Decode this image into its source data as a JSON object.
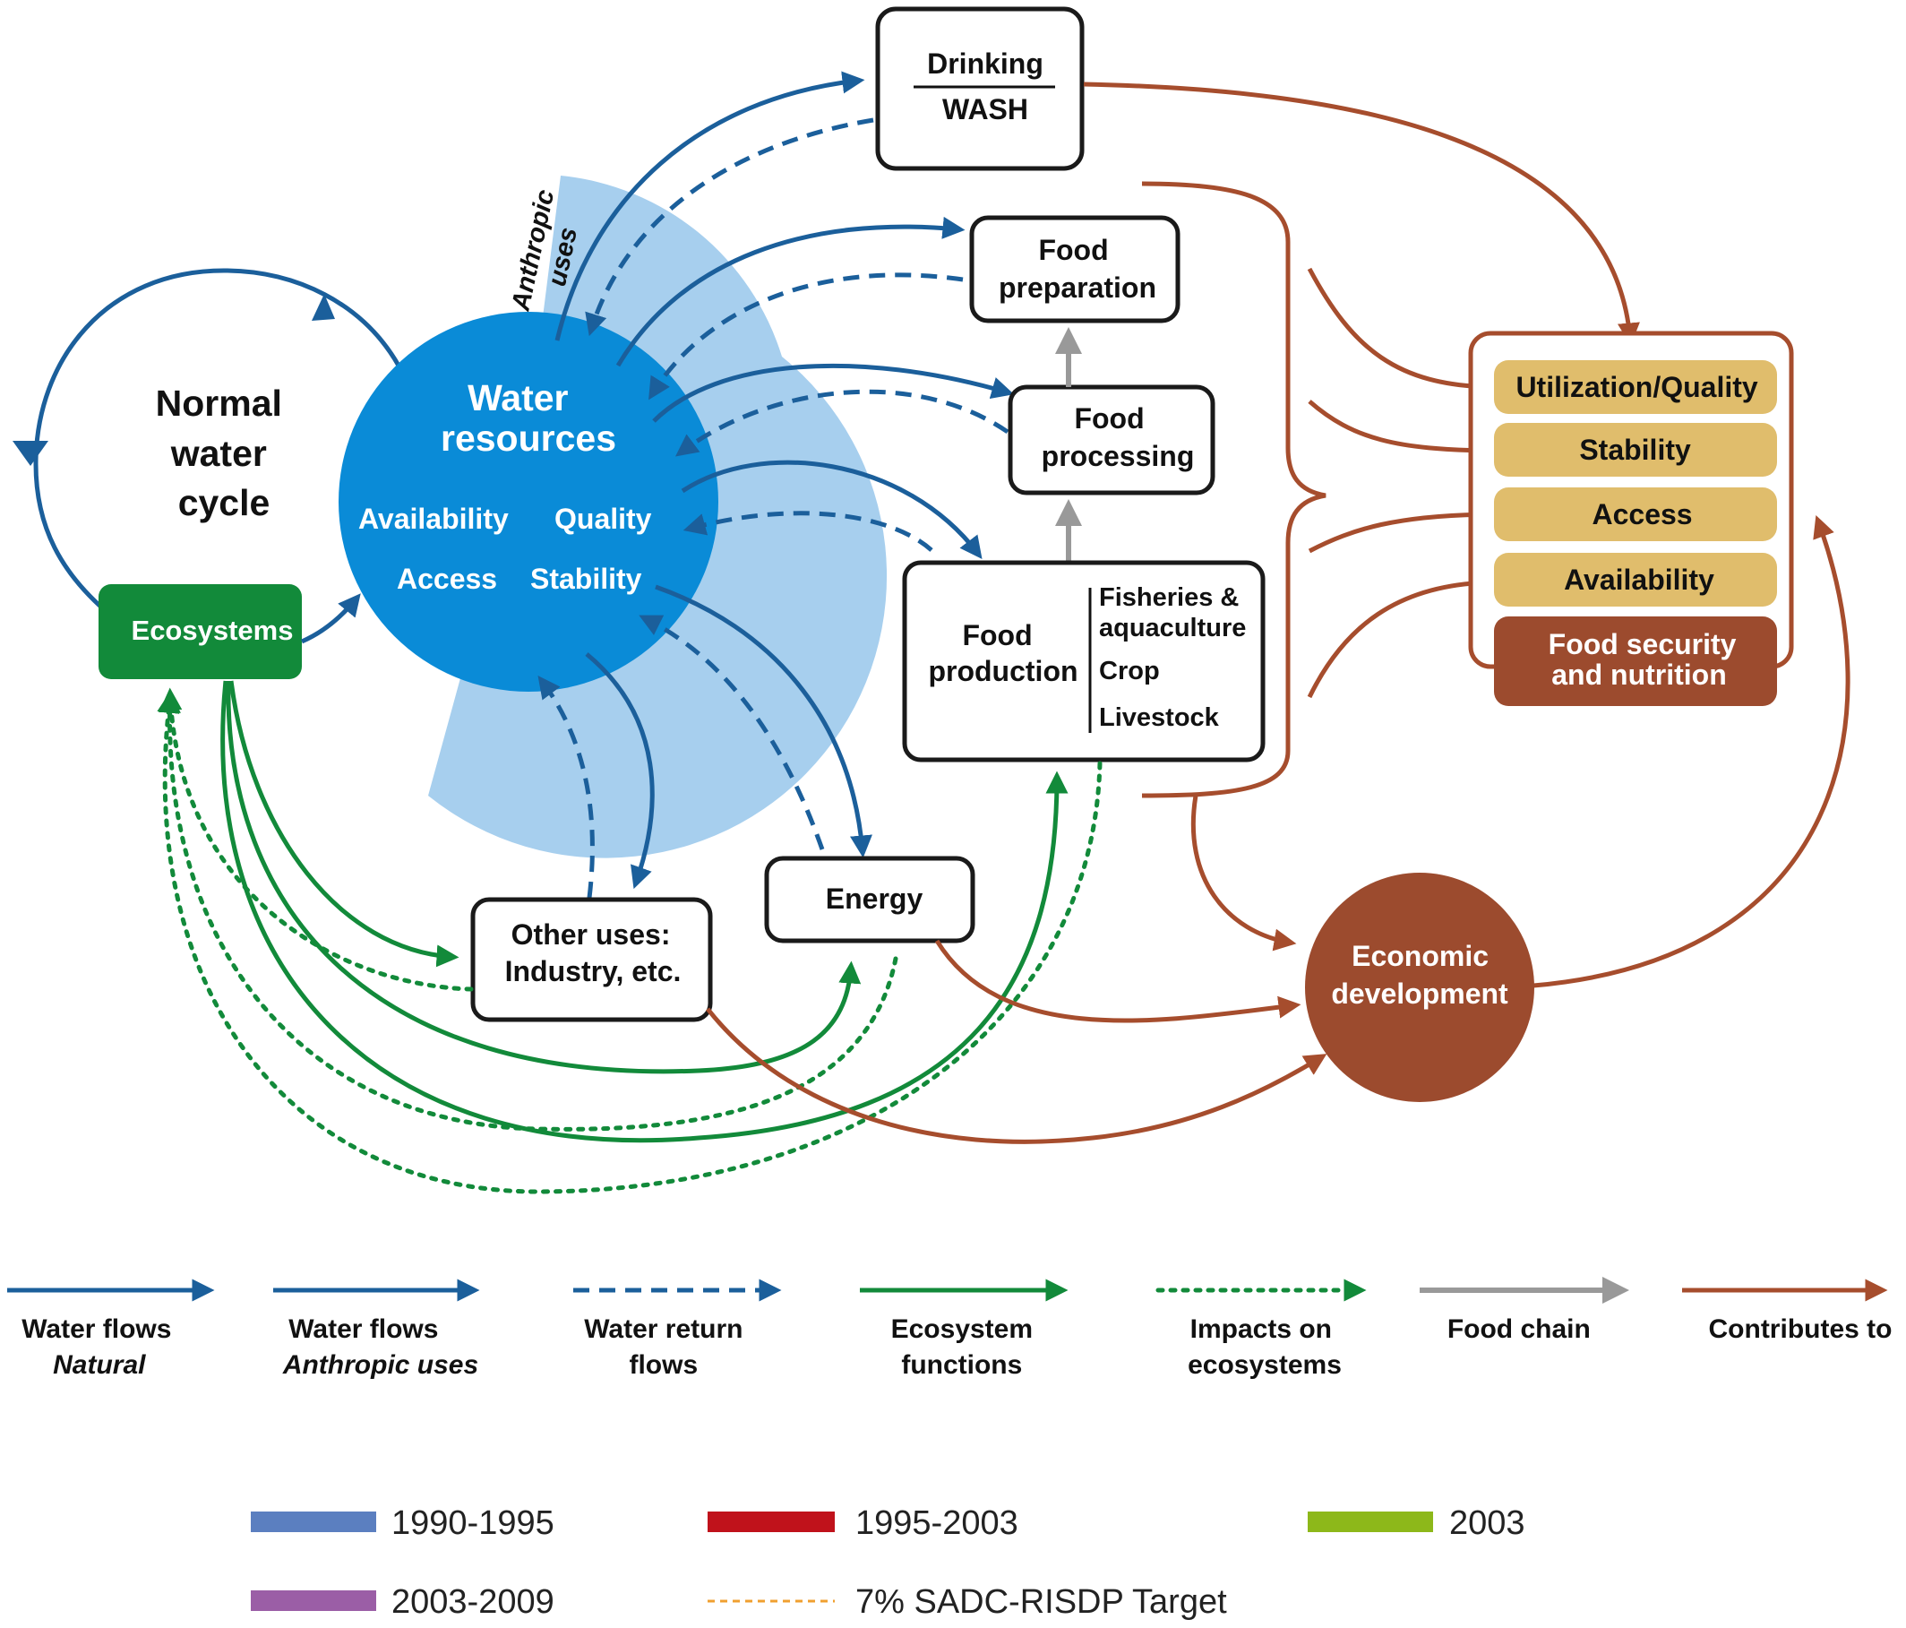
{
  "colors": {
    "water": "#1b5f9b",
    "water_circle": "#0a8bd7",
    "anthropic_wedge": "#a7cfee",
    "ecosystem": "#128a3a",
    "food_chain": "#999999",
    "contributes": "#a64d2d",
    "pillar_fill": "#e0bd6c",
    "fsn_fill": "#9c4b2e",
    "box_stroke": "#1a1a1a"
  },
  "nodes": {
    "water_cycle": {
      "line1": "Normal",
      "line2": "water",
      "line3": "cycle"
    },
    "ecosystems": "Ecosystems",
    "water_resources": {
      "title1": "Water",
      "title2": "resources",
      "availability": "Availability",
      "quality": "Quality",
      "access": "Access",
      "stability": "Stability"
    },
    "anthropic_uses": {
      "line1": "Anthropic",
      "line2": "uses"
    },
    "drinking": {
      "top": "Drinking",
      "bottom": "WASH"
    },
    "food_preparation": {
      "line1": "Food",
      "line2": "preparation"
    },
    "food_processing": {
      "line1": "Food",
      "line2": "processing"
    },
    "food_production": {
      "line1": "Food",
      "line2": "production",
      "sub1a": "Fisheries &",
      "sub1b": "aquaculture",
      "sub2": "Crop",
      "sub3": "Livestock"
    },
    "energy": "Energy",
    "other_uses": {
      "line1": "Other uses:",
      "line2": "Industry, etc."
    },
    "economic_development": {
      "line1": "Economic",
      "line2": "development"
    },
    "fsn": {
      "pillars": [
        "Utilization/Quality",
        "Stability",
        "Access",
        "Availability"
      ],
      "title1": "Food security",
      "title2": "and nutrition"
    }
  },
  "legend": [
    {
      "line1": "Water flows",
      "line2": "Natural",
      "style": "water-natural"
    },
    {
      "line1": "Water flows",
      "line2": "Anthropic uses",
      "style": "water-anthropic"
    },
    {
      "line1": "Water return",
      "line2": "flows",
      "style": "water-return"
    },
    {
      "line1": "Ecosystem",
      "line2": "functions",
      "style": "ecosystem-functions"
    },
    {
      "line1": "Impacts on",
      "line2": "ecosystems",
      "style": "impacts"
    },
    {
      "line1": "Food chain",
      "line2": "",
      "style": "food-chain"
    },
    {
      "line1": "Contributes to",
      "line2": "",
      "style": "contributes"
    }
  ],
  "period_legend": [
    {
      "label": "1990-1995",
      "color": "#5b7fc0"
    },
    {
      "label": "1995-2003",
      "color": "#c0121b"
    },
    {
      "label": "2003",
      "color": "#8db81a"
    },
    {
      "label": "2003-2009",
      "color": "#9b5ea6"
    },
    {
      "label": "7% SADC-RISDP Target",
      "color": "#f0a030"
    }
  ]
}
